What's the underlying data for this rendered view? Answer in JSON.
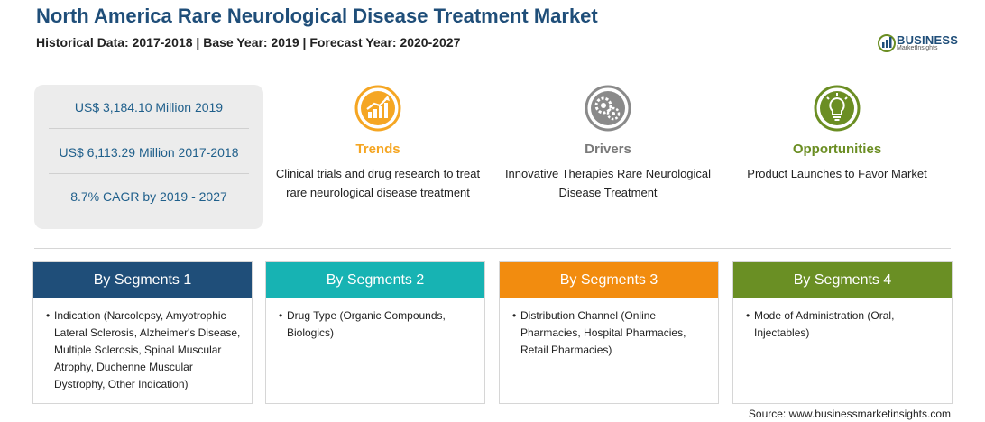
{
  "header": {
    "title": "North America Rare Neurological Disease Treatment Market",
    "subtitle": "Historical Data: 2017-2018 | Base Year: 2019 | Forecast Year: 2020-2027"
  },
  "logo": {
    "word": "BUSINESS",
    "sub": "MarketInsights",
    "icon": "bar-chart-globe-icon"
  },
  "stats": [
    "US$ 3,184.10 Million 2019",
    "US$ 6,113.29 Million 2017-2018",
    "8.7% CAGR by 2019 - 2027"
  ],
  "features": [
    {
      "title": "Trends",
      "description": "Clinical trials and drug research to treat rare neurological disease treatment",
      "color": "#f5a623",
      "icon": "trending-up-chart-icon"
    },
    {
      "title": "Drivers",
      "description": "Innovative Therapies Rare Neurological Disease Treatment",
      "color": "#7a7a7a",
      "icon": "gears-icon"
    },
    {
      "title": "Opportunities",
      "description": "Product Launches to Favor Market",
      "color": "#6b8e23",
      "icon": "lightbulb-icon"
    }
  ],
  "segments": [
    {
      "title": "By Segments 1",
      "color": "#1f4e79",
      "item": "Indication (Narcolepsy, Amyotrophic Lateral Sclerosis, Alzheimer's Disease, Multiple Sclerosis, Spinal Muscular Atrophy, Duchenne Muscular Dystrophy, Other Indication)"
    },
    {
      "title": "By Segments 2",
      "color": "#17b3b3",
      "item": "Drug Type (Organic Compounds, Biologics)"
    },
    {
      "title": "By Segments 3",
      "color": "#f28c0f",
      "item": "Distribution Channel (Online Pharmacies, Hospital Pharmacies, Retail Pharmacies)"
    },
    {
      "title": "By Segments 4",
      "color": "#6a8f24",
      "item": "Mode of Administration (Oral, Injectables)"
    }
  ],
  "source": "Source: www.businessmarketinsights.com"
}
